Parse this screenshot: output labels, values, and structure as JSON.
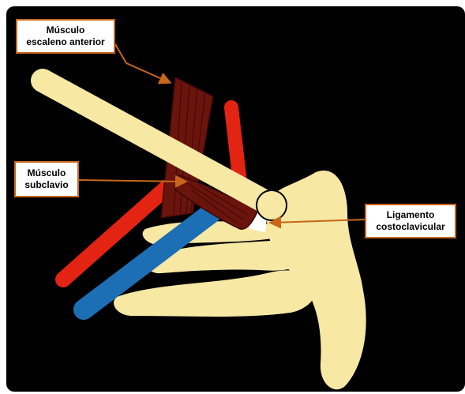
{
  "labels": {
    "escaleno": {
      "line1": "Músculo",
      "line2": "escaleno anterior"
    },
    "subclavio": {
      "line1": "Músculo",
      "line2": "subclavio"
    },
    "ligamento": {
      "line1": "Ligamento",
      "line2": "costoclavicular"
    }
  },
  "colors": {
    "background": "#000000",
    "bone": "#f7e8a4",
    "muscle": "#6b140c",
    "artery": "#e32412",
    "vein": "#1c6fb4",
    "ligament": "#ffffff",
    "callout_border": "#c8661a"
  }
}
